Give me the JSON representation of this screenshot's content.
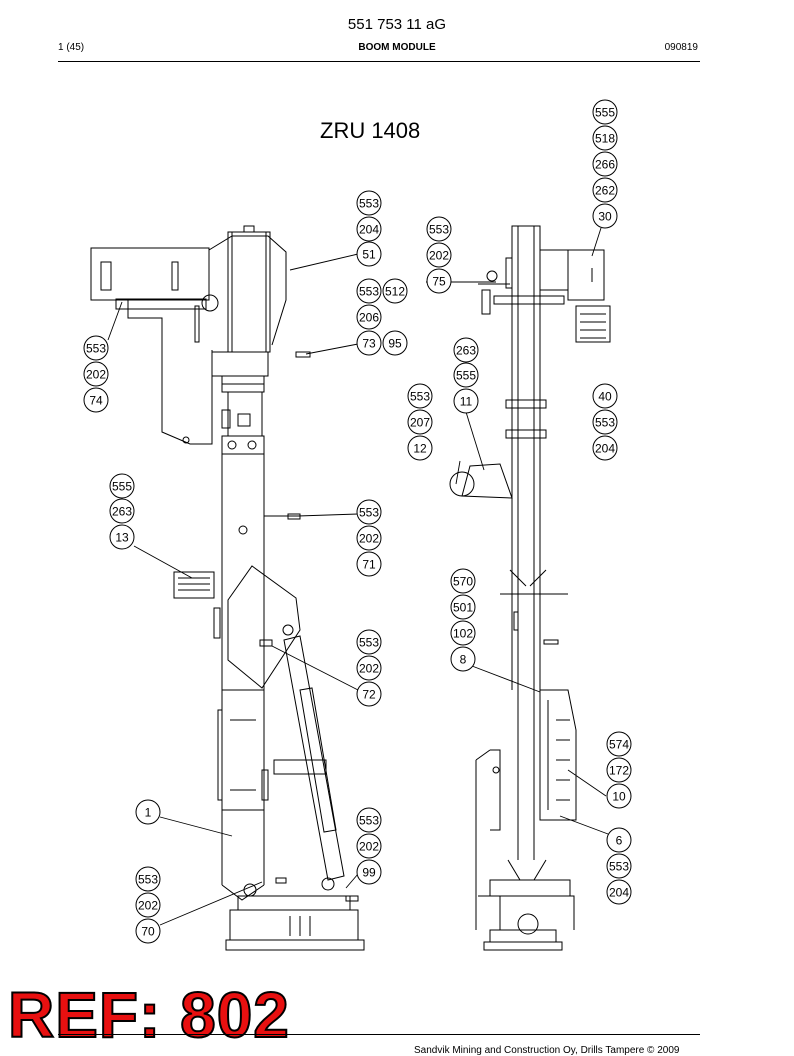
{
  "header": {
    "doc_number": "551 753 11 aG",
    "page": "1 (45)",
    "title": "BOOM MODULE",
    "date": "090819"
  },
  "model": "ZRU 1408",
  "stamp": "REF: 802",
  "footer": {
    "copyright": "Sandvik Mining and Construction Oy, Drills Tampere © 2009"
  },
  "callouts": [
    {
      "label": "555"
    },
    {
      "label": "518"
    },
    {
      "label": "266"
    },
    {
      "label": "262"
    },
    {
      "label": "30"
    },
    {
      "label": "553"
    },
    {
      "label": "204"
    },
    {
      "label": "51"
    },
    {
      "label": "553"
    },
    {
      "label": "202"
    },
    {
      "label": "75"
    },
    {
      "label": "553"
    },
    {
      "label": "512"
    },
    {
      "label": "206"
    },
    {
      "label": "73"
    },
    {
      "label": "95"
    },
    {
      "label": "553"
    },
    {
      "label": "202"
    },
    {
      "label": "74"
    },
    {
      "label": "263"
    },
    {
      "label": "555"
    },
    {
      "label": "11"
    },
    {
      "label": "553"
    },
    {
      "label": "207"
    },
    {
      "label": "12"
    },
    {
      "label": "40"
    },
    {
      "label": "553"
    },
    {
      "label": "204"
    },
    {
      "label": "555"
    },
    {
      "label": "263"
    },
    {
      "label": "13"
    },
    {
      "label": "553"
    },
    {
      "label": "202"
    },
    {
      "label": "71"
    },
    {
      "label": "570"
    },
    {
      "label": "501"
    },
    {
      "label": "102"
    },
    {
      "label": "8"
    },
    {
      "label": "553"
    },
    {
      "label": "202"
    },
    {
      "label": "72"
    },
    {
      "label": "574"
    },
    {
      "label": "172"
    },
    {
      "label": "10"
    },
    {
      "label": "1"
    },
    {
      "label": "553"
    },
    {
      "label": "202"
    },
    {
      "label": "99"
    },
    {
      "label": "6"
    },
    {
      "label": "553"
    },
    {
      "label": "204"
    },
    {
      "label": "553"
    },
    {
      "label": "202"
    },
    {
      "label": "70"
    }
  ]
}
